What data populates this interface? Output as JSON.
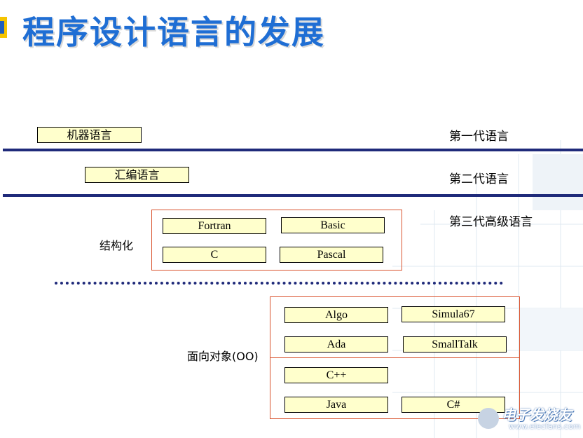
{
  "title": "程序设计语言的发展",
  "generations": [
    {
      "label": "第一代语言"
    },
    {
      "label": "第二代语言"
    },
    {
      "label": "第三代高级语言"
    }
  ],
  "first_gen_box": "机器语言",
  "second_gen_box": "汇编语言",
  "structured": {
    "label": "结构化",
    "languages": [
      "Fortran",
      "Basic",
      "C",
      "Pascal"
    ]
  },
  "object_oriented": {
    "label": "面向对象(OO)",
    "languages": [
      "Algo",
      "Simula67",
      "Ada",
      "SmallTalk",
      "C++",
      "Java",
      "C#"
    ]
  },
  "watermark": {
    "text": "电子发烧友",
    "url": "www.elecfans.com"
  },
  "colors": {
    "title": "#1f6ed4",
    "box_fill": "#ffffcc",
    "frame": "#d9542f",
    "rule": "#1f2a7a"
  }
}
